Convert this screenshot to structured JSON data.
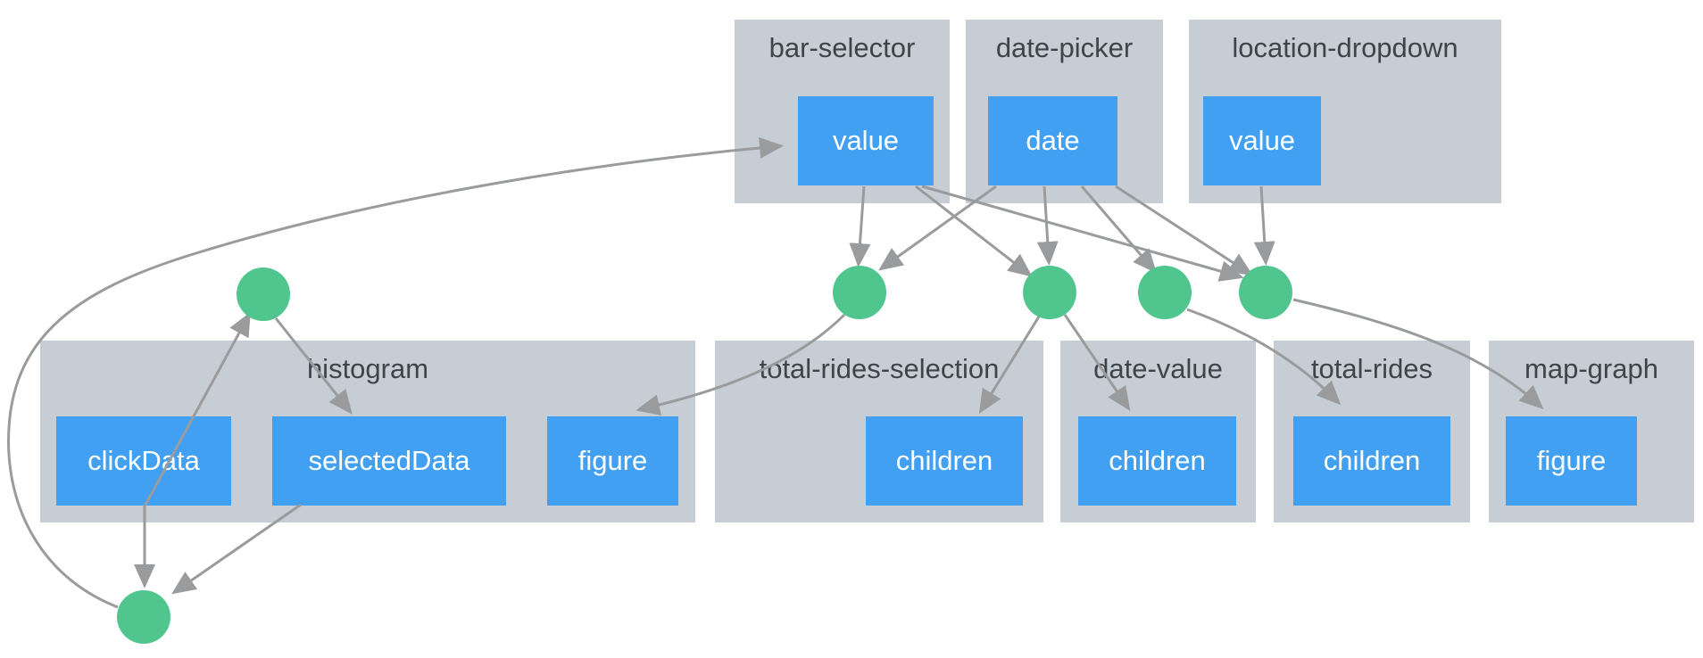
{
  "diagram_type": "callback-dependency-graph",
  "colors": {
    "background": "#ffffff",
    "component_fill": "#c6cdd4",
    "property_fill": "#42a0f2",
    "property_text": "#ffffff",
    "callback_fill": "#50c58e",
    "edge": "#999b9d",
    "component_title_text": "#3d444a"
  },
  "components": [
    {
      "label": "bar-selector",
      "props": [
        {
          "label": "value"
        }
      ]
    },
    {
      "label": "date-picker",
      "props": [
        {
          "label": "date"
        }
      ]
    },
    {
      "label": "location-dropdown",
      "props": [
        {
          "label": "value"
        }
      ]
    },
    {
      "label": "histogram",
      "props": [
        {
          "label": "clickData"
        },
        {
          "label": "selectedData"
        },
        {
          "label": "figure"
        }
      ]
    },
    {
      "label": "total-rides-selection",
      "props": [
        {
          "label": "children"
        }
      ]
    },
    {
      "label": "date-value",
      "props": [
        {
          "label": "children"
        }
      ]
    },
    {
      "label": "total-rides",
      "props": [
        {
          "label": "children"
        }
      ]
    },
    {
      "label": "map-graph",
      "props": [
        {
          "label": "figure"
        }
      ]
    }
  ],
  "callback_nodes": [
    {
      "id": "callback-1"
    },
    {
      "id": "callback-2"
    },
    {
      "id": "callback-3"
    },
    {
      "id": "callback-4"
    },
    {
      "id": "callback-5"
    },
    {
      "id": "callback-6"
    }
  ],
  "edges": [
    {
      "from": "histogram.clickData",
      "to": "callback-1"
    },
    {
      "from": "callback-1",
      "to": "histogram.selectedData"
    },
    {
      "from": "histogram.clickData",
      "to": "callback-6"
    },
    {
      "from": "histogram.selectedData",
      "to": "callback-6"
    },
    {
      "from": "callback-6",
      "to": "bar-selector.value"
    },
    {
      "from": "bar-selector.value",
      "to": "callback-2"
    },
    {
      "from": "date-picker.date",
      "to": "callback-2"
    },
    {
      "from": "callback-2",
      "to": "histogram.figure"
    },
    {
      "from": "bar-selector.value",
      "to": "callback-3"
    },
    {
      "from": "date-picker.date",
      "to": "callback-3"
    },
    {
      "from": "callback-3",
      "to": "total-rides-selection.children"
    },
    {
      "from": "callback-3",
      "to": "date-value.children"
    },
    {
      "from": "date-picker.date",
      "to": "callback-4"
    },
    {
      "from": "callback-4",
      "to": "total-rides.children"
    },
    {
      "from": "bar-selector.value",
      "to": "callback-5"
    },
    {
      "from": "date-picker.date",
      "to": "callback-5"
    },
    {
      "from": "location-dropdown.value",
      "to": "callback-5"
    },
    {
      "from": "callback-5",
      "to": "map-graph.figure"
    }
  ]
}
